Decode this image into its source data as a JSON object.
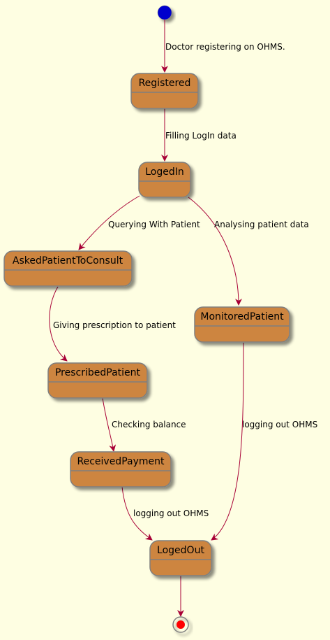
{
  "colors": {
    "background": "#FEFEE2",
    "state_fill": "#CD853F",
    "state_border": "#7F7F7F",
    "arrow": "#A80036",
    "start_fill": "#0000CD",
    "end_fill": "#FF0000"
  },
  "states": {
    "registered": "Registered",
    "logedin": "LogedIn",
    "asked": "AskedPatientToConsult",
    "monitored": "MonitoredPatient",
    "prescribed": "PrescribedPatient",
    "received": "ReceivedPayment",
    "logedout": "LogedOut"
  },
  "transitions": {
    "start_to_registered": "Doctor registering on OHMS.",
    "registered_to_logedin": "Filling LogIn data",
    "logedin_to_asked": "Querying With Patient",
    "logedin_to_monitored": "Analysing patient data",
    "asked_to_prescribed": "Giving prescription to patient",
    "prescribed_to_received": "Checking balance",
    "received_to_logedout": "logging out OHMS",
    "monitored_to_logedout": "logging out OHMS"
  }
}
